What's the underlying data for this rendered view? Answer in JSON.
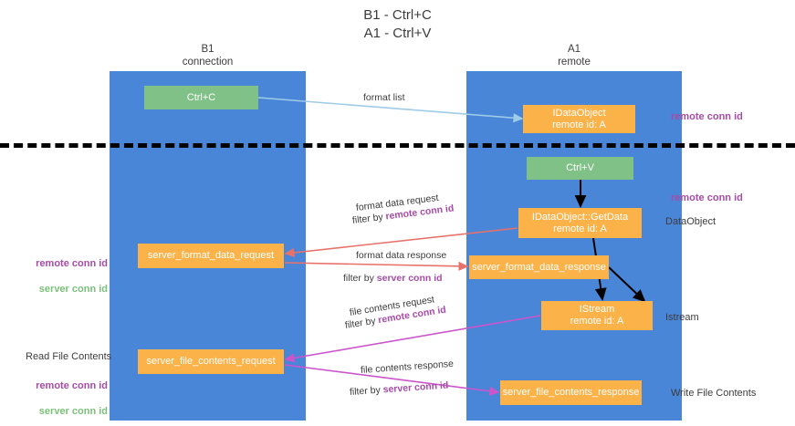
{
  "diagram": {
    "title": "B1 - Ctrl+C\nA1 - Ctrl+V",
    "lanes": [
      {
        "name": "b1",
        "header": "B1\nconnection"
      },
      {
        "name": "a1",
        "header": "A1\nremote"
      }
    ],
    "nodes": {
      "ctrl_c": "Ctrl+C",
      "idataobject": "IDataObject\nremote id: A",
      "ctrl_v": "Ctrl+V",
      "getdata": "IDataObject::GetData\nremote id: A",
      "server_format_data_request": "server_format_data_request",
      "server_format_data_response": "server_format_data_response",
      "istream": "IStream\nremote id: A",
      "server_file_contents_request": "server_file_contents_request",
      "server_file_contents_response": "server_file_contents_response"
    },
    "edge_labels": {
      "format_list": "format list",
      "format_data_request": "format data request",
      "filter_by_remote_conn_id_prefix": "filter by ",
      "remote_conn_id": "remote conn id",
      "format_data_response": "format data response",
      "filter_by_server_conn_id_prefix": "filter by ",
      "server_conn_id": "server conn id",
      "file_contents_request": "file contents request",
      "file_contents_response": "file contents response"
    },
    "side_labels": {
      "remote_conn_id_top": "remote conn id",
      "remote_conn_id_mid": "remote conn id",
      "dataobject": "DataObject",
      "istream": "Istream",
      "write_file_contents": "Write File Contents",
      "read_file_contents": "Read File Contents",
      "left_remote_conn_id": "remote conn id",
      "left_server_conn_id": "server conn id",
      "left_remote_conn_id_2": "remote conn id",
      "left_server_conn_id_2": "server conn id"
    },
    "colors": {
      "lane": "#4a86d8",
      "node_green": "#80c188",
      "node_orange": "#fbb248",
      "accent_purple": "#a64ca6",
      "accent_green": "#7ac17a",
      "arrow_blue": "#9ecbe8",
      "arrow_red": "#e8716a",
      "arrow_magenta": "#cc55cc",
      "arrow_black": "#000000",
      "divider": "#000000"
    }
  }
}
